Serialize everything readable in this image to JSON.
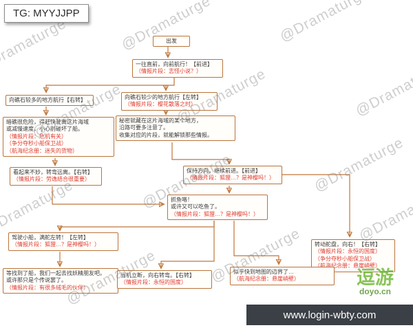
{
  "header": {
    "tg_label": "TG: MYYJJPP"
  },
  "watermark": {
    "text": "@Dramaturge"
  },
  "footer": {
    "url": "www.login-wbty.com",
    "logo_text": "逗游",
    "logo_domain": "doyo.cn"
  },
  "colors": {
    "box_border": "#b97339",
    "arrow": "#c0763a",
    "red_text": "#e03a2f",
    "footer_bar": "#3b4046",
    "logo_green": "#6cb52f"
  },
  "flowchart": {
    "nodes": [
      {
        "name": "depart",
        "lines": [
          {
            "text": "出发",
            "color": "black"
          }
        ]
      },
      {
        "name": "sail-forward",
        "lines": [
          {
            "text": "一往直前，向前航行！【前进】",
            "color": "black"
          },
          {
            "text": "（情报片段：志怪小说？）",
            "color": "red"
          }
        ]
      },
      {
        "name": "more-reefs",
        "lines": [
          {
            "text": "向礁石较多的地方航行【右转】",
            "color": "black"
          }
        ]
      },
      {
        "name": "fewer-reefs",
        "lines": [
          {
            "text": "向礁石较少的地方航行【左转】",
            "color": "black"
          },
          {
            "text": "（情报片段：樱花散落之时）",
            "color": "red"
          }
        ]
      },
      {
        "name": "reef-warning",
        "lines": [
          {
            "text": "暗礁很危险，得赶快驶离这片海域",
            "color": "black"
          },
          {
            "text": "或减慢速度，小心别碰坏了船。",
            "color": "black"
          },
          {
            "text": "（情报片段：危机有关）",
            "color": "red"
          },
          {
            "text": "（争分夺秒小船保卫战）",
            "color": "red"
          },
          {
            "text": "（航海纪念册：迷失的货物）",
            "color": "red"
          }
        ]
      },
      {
        "name": "hidden-secret",
        "lines": [
          {
            "text": "秘密就藏在这片海域的某个地方，",
            "color": "black"
          },
          {
            "text": "沿路可要多注意了。",
            "color": "black"
          },
          {
            "text": "收集对应的片段，就能解锁那些情报。",
            "color": "black"
          }
        ]
      },
      {
        "name": "turn-away",
        "lines": [
          {
            "text": "看起来不妙，转弯远离。【右转】",
            "color": "black"
          },
          {
            "text": "（情报片段：劳逸结合很重要）",
            "color": "red"
          }
        ]
      },
      {
        "name": "keep-forward",
        "lines": [
          {
            "text": "保持方向，继续前进。【前进】",
            "color": "black"
          },
          {
            "text": "（情报片段：狐狸…？是神樱吗！）",
            "color": "red"
          }
        ]
      },
      {
        "name": "catch-fish",
        "lines": [
          {
            "text": "抓鱼咯！",
            "color": "black"
          },
          {
            "text": "或许又可以吃鱼了。",
            "color": "black"
          },
          {
            "text": "（情报片段：狐狸…？是神樱吗！）",
            "color": "red"
          }
        ]
      },
      {
        "name": "hard-left",
        "lines": [
          {
            "text": "驾驶小船，满舵左转！【左转】",
            "color": "black"
          },
          {
            "text": "（情报片段：狐狸…？是神樱吗！）",
            "color": "red"
          }
        ]
      },
      {
        "name": "wheel-right",
        "lines": [
          {
            "text": "转动舵盘，向右！【右转】",
            "color": "black"
          },
          {
            "text": "（情报片段：永恒的国度）",
            "color": "red"
          },
          {
            "text": "（争分夺秒小船保卫战）",
            "color": "red"
          },
          {
            "text": "（航海纪念册：悬崖峭壁）",
            "color": "red"
          }
        ]
      },
      {
        "name": "fairy-friends",
        "lines": [
          {
            "text": "等找到了船，我们一起去找妖精朋友吧。",
            "color": "black"
          },
          {
            "text": "或许那只是个传说罢了。",
            "color": "black"
          },
          {
            "text": "（情报片段：有很多绒毛的伙伴）",
            "color": "red"
          }
        ]
      },
      {
        "name": "decisive-right",
        "lines": [
          {
            "text": "当机立断，向右转弯。【右转】",
            "color": "black"
          },
          {
            "text": "（情报片段：永恒的国度）",
            "color": "red"
          }
        ]
      },
      {
        "name": "map-edge",
        "lines": [
          {
            "text": "似乎快到地图的边界了…",
            "color": "black"
          },
          {
            "text": "（航海纪念册：悬崖峭壁）",
            "color": "red"
          }
        ]
      }
    ]
  }
}
